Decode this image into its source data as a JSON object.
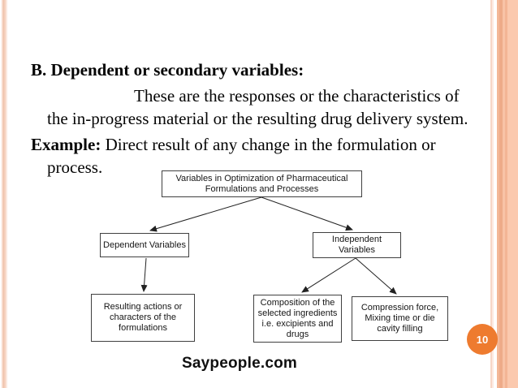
{
  "slide": {
    "page_number": "10",
    "footer": "Saypeople.com"
  },
  "content": {
    "heading": "B. Dependent or secondary variables:",
    "paragraph_line1": "These are the responses or the characteristics of",
    "paragraph_line2": "the in-progress material or the resulting drug delivery system.",
    "example_label": "Example:",
    "example_rest": " Direct result of any change in the formulation or",
    "example_line2": "process."
  },
  "diagram": {
    "boxes": {
      "root": "Variables in Optimization of Pharmaceutical Formulations and Processes",
      "dependent": "Dependent Variables",
      "independent": "Independent Variables",
      "resulting": "Resulting actions or characters of the formulations",
      "composition": "Composition of the selected ingredients i.e. excipients and drugs",
      "compression": "Compression force, Mixing time or die cavity filling"
    }
  },
  "colors": {
    "badge_orange": "#EE7B2F",
    "stripe_salmon_dark": "#EEAB89",
    "stripe_salmon_light": "#FBC9AE",
    "stripe_pale_pink": "#F7D6C6",
    "box_border": "#404040"
  }
}
